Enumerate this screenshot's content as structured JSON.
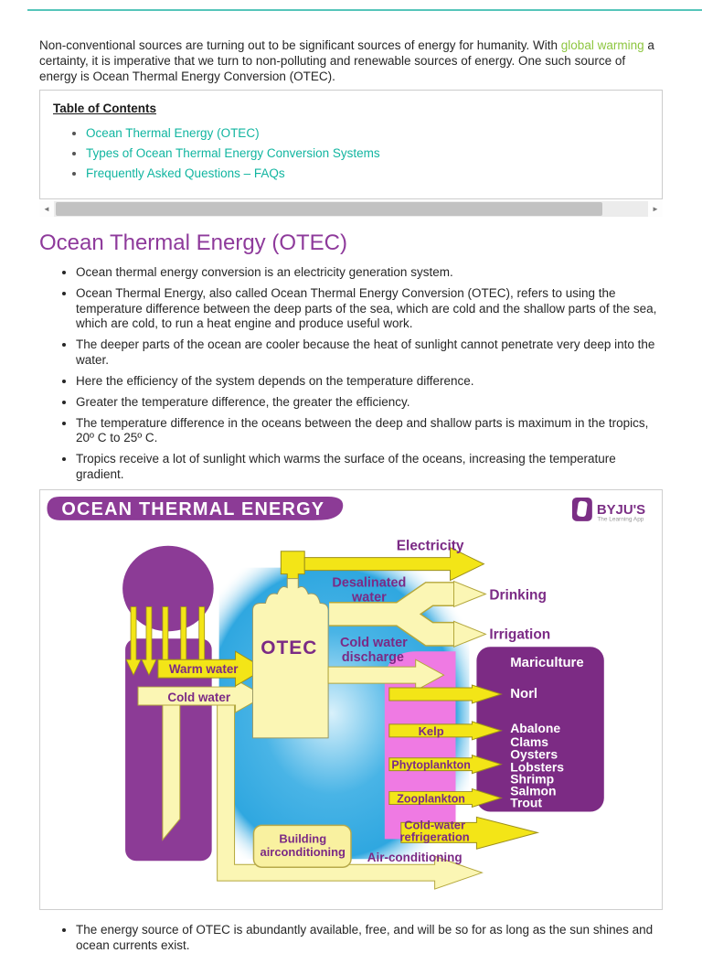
{
  "intro": {
    "pre": "Non-conventional sources are turning out to be significant sources of energy for humanity. With ",
    "link": "global warming",
    "post": " a certainty, it is imperative that we turn to non-polluting and renewable sources of energy. One such source of energy is Ocean Thermal Energy Conversion (OTEC)."
  },
  "toc": {
    "title": "Table of Contents",
    "items": [
      "Ocean Thermal Energy (OTEC)",
      "Types of Ocean Thermal Energy Conversion Systems",
      "Frequently Asked Questions – FAQs"
    ]
  },
  "scrollbar": {
    "left_arrow": "◄",
    "right_arrow": "►"
  },
  "heading": "Ocean Thermal Energy (OTEC)",
  "bullets": [
    "Ocean thermal energy conversion is an electricity generation system.",
    "Ocean Thermal Energy, also called Ocean Thermal Energy Conversion (OTEC), refers to using the temperature difference between the deep parts of the sea, which are cold and the shallow parts of the sea, which are cold, to run a heat engine and produce useful work.",
    "The deeper parts of the ocean are cooler because the heat of sunlight cannot penetrate very deep into the water.",
    "Here the efficiency of the system depends on the temperature difference.",
    "Greater the temperature difference, the greater the efficiency.",
    "The temperature difference in the oceans between the deep and shallow parts is maximum in the tropics, 20º C to 25º C.",
    "Tropics receive a lot of sunlight which warms the surface of the oceans, increasing the temperature gradient."
  ],
  "figure": {
    "banner": "OCEAN THERMAL ENERGY",
    "logo": {
      "name": "BYJU'S",
      "tagline": "The Learning App"
    },
    "labels": {
      "electricity": "Electricity",
      "desalinated_1": "Desalinated",
      "desalinated_2": "water",
      "drinking": "Drinking",
      "irrigation": "Irrigation",
      "warm_water": "Warm water",
      "cold_water": "Cold water",
      "otec": "OTEC",
      "discharge_1": "Cold water",
      "discharge_2": "discharge",
      "mariculture": "Mariculture",
      "nori": "Norl",
      "species": [
        "Abalone",
        "Clams",
        "Oysters",
        "Lobsters",
        "Shrimp",
        "Salmon",
        "Trout"
      ],
      "kelp": "Kelp",
      "phytoplankton": "Phytoplankton",
      "zooplankton": "Zooplankton",
      "refrigeration_1": "Cold-water",
      "refrigeration_2": "refrigeration",
      "building_1": "Building",
      "building_2": "airconditioning",
      "air_conditioning": "Air-conditioning"
    }
  },
  "closing_bullets": [
    "The energy source of OTEC is abundantly available, free, and will be so for as long as the sun shines and ocean currents exist."
  ],
  "colors": {
    "diagram_purple": "#8c3b96",
    "panel_purple": "#7c2b84",
    "bright_yellow": "#f3e517",
    "cream": "#fbf6b4",
    "pink": "#ef7ae3",
    "sea_blue": "#2fa7e0",
    "label_purple": "#7b2a85",
    "heading_purple": "#8e3a9b",
    "toc_link_teal": "#11b5a0",
    "green_link": "#8dc63f"
  }
}
